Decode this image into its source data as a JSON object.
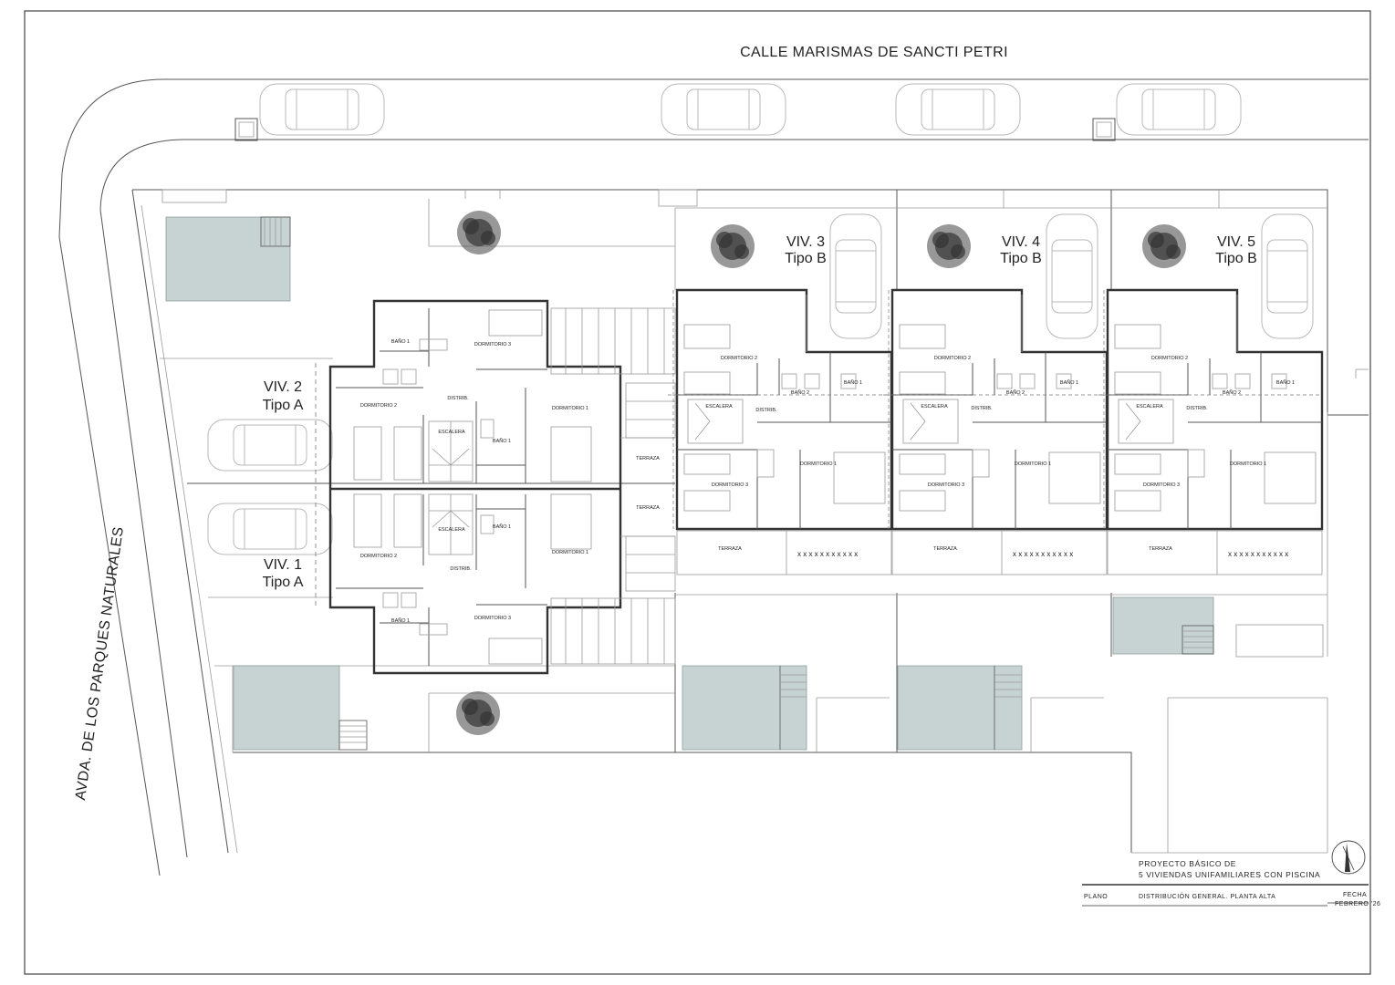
{
  "streets": {
    "north": "CALLE MARISMAS DE SANCTI PETRI",
    "west": "AVDA. DE LOS PARQUES NATURALES"
  },
  "units": [
    {
      "id": "viv1",
      "name": "VIV. 1",
      "type": "Tipo A"
    },
    {
      "id": "viv2",
      "name": "VIV. 2",
      "type": "Tipo A"
    },
    {
      "id": "viv3",
      "name": "VIV. 3",
      "type": "Tipo B"
    },
    {
      "id": "viv4",
      "name": "VIV. 4",
      "type": "Tipo B"
    },
    {
      "id": "viv5",
      "name": "VIV. 5",
      "type": "Tipo B"
    }
  ],
  "rooms": {
    "bano": "BAÑO 1",
    "bano2": "BAÑO 2",
    "dormitorio1": "DORMITORIO 1",
    "dormitorio2": "DORMITORIO 2",
    "dormitorio3": "DORMITORIO 3",
    "distrib": "DISTRIB.",
    "escalera": "ESCALERA",
    "terraza": "TERRAZA"
  },
  "title_block": {
    "project_line1": "PROYECTO BÁSICO DE",
    "project_line2": "5 VIVIENDAS UNIFAMILIARES CON PISCINA",
    "plano_label": "PLANO",
    "plano_value": "DISTRIBUCIÓN GENERAL. PLANTA ALTA",
    "fecha_label": "FECHA",
    "fecha_value": "FEBRERO '26"
  },
  "icons": {
    "north_arrow": "north-arrow-icon",
    "tree": "tree-icon",
    "car": "car-icon"
  },
  "colors": {
    "pool": "#c7d3d2",
    "lines": "#555555",
    "background": "#ffffff"
  }
}
